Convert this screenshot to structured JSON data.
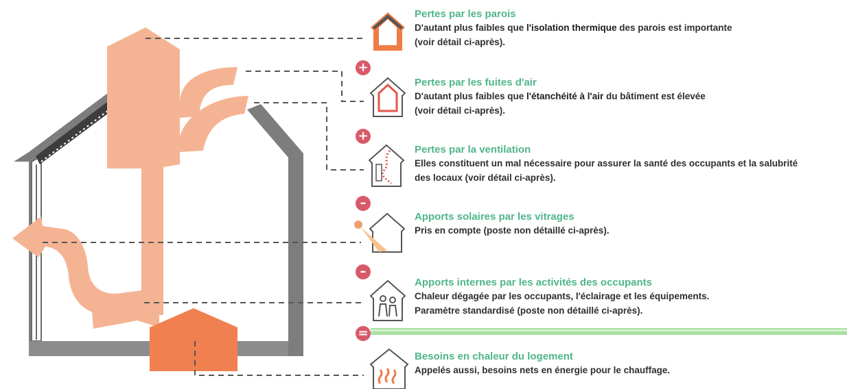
{
  "colors": {
    "flow": "#f4b494",
    "flow_dark": "#ef7c45",
    "wall": "#7a7a7a",
    "title_green": "#4fb58a",
    "operator_red": "#d85a69",
    "icon_red": "#e2574a",
    "result_line": "#a9e0a0"
  },
  "items": [
    {
      "title": "Pertes par les parois",
      "text_before": "D'autant plus faibles que ",
      "text_highlight": "l'isolation thermique",
      "text_after": " des parois est importante",
      "text_line2": "(voir détail ci-après).",
      "icon": "house-walls-icon"
    },
    {
      "title": "Pertes par les fuites d'air",
      "text_before": "D'autant plus faibles que ",
      "text_highlight": "l'étanchéité à l'air",
      "text_after": " du bâtiment est élevée",
      "text_line2": "(voir détail ci-après).",
      "icon": "house-air-leak-icon"
    },
    {
      "title": "Pertes par la ventilation",
      "text_line1": "Elles constituent un mal nécessaire pour assurer la santé des occupants et la salubrité",
      "text_line2": "des locaux (voir détail ci-après).",
      "icon": "house-ventilation-icon"
    },
    {
      "title": "Apports solaires par les vitrages",
      "text_line1": "Pris en compte (poste non détaillé ci-après).",
      "icon": "house-sun-icon"
    },
    {
      "title": "Apports internes par les activités des occupants",
      "text_line1": "Chaleur dégagée par les occupants, l'éclairage et les équipements.",
      "text_line2": "Paramètre standardisé (poste non détaillé ci-après).",
      "icon": "house-occupants-icon"
    },
    {
      "title": "Besoins en chaleur du logement",
      "text_line1": "Appelés aussi, besoins nets en énergie pour le chauffage.",
      "icon": "house-heating-icon"
    }
  ],
  "operators": [
    "+",
    "+",
    "–",
    "–",
    "="
  ]
}
